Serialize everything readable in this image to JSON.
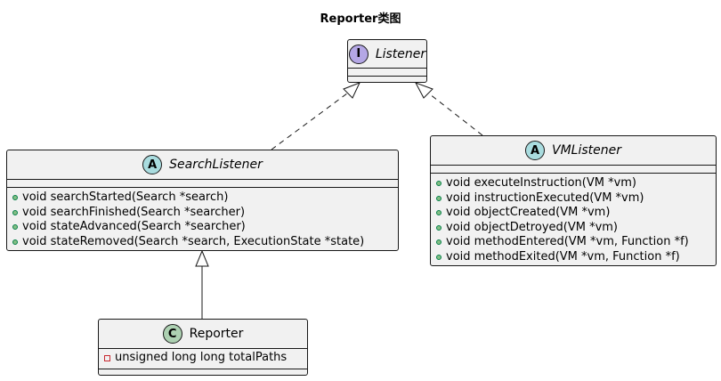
{
  "title": "Reporter类图",
  "classes": {
    "listener": {
      "stereotype": "I",
      "name": "Listener",
      "badge_color": "#b4a7e5"
    },
    "search_listener": {
      "stereotype": "A",
      "name": "SearchListener",
      "badge_color": "#a9dcdf",
      "methods": [
        "void searchStarted(Search *search)",
        "void searchFinished(Search *searcher)",
        "void stateAdvanced(Search *searcher)",
        "void stateRemoved(Search *search, ExecutionState *state)"
      ]
    },
    "vm_listener": {
      "stereotype": "A",
      "name": "VMListener",
      "badge_color": "#a9dcdf",
      "methods": [
        "void executeInstruction(VM *vm)",
        "void instructionExecuted(VM *vm)",
        "void objectCreated(VM *vm)",
        "void objectDetroyed(VM *vm)",
        "void methodEntered(VM *vm, Function *f)",
        "void methodExited(VM *vm, Function *f)"
      ]
    },
    "reporter": {
      "stereotype": "C",
      "name": "Reporter",
      "badge_color": "#add1b2",
      "fields": [
        "unsigned long long totalPaths"
      ]
    }
  }
}
